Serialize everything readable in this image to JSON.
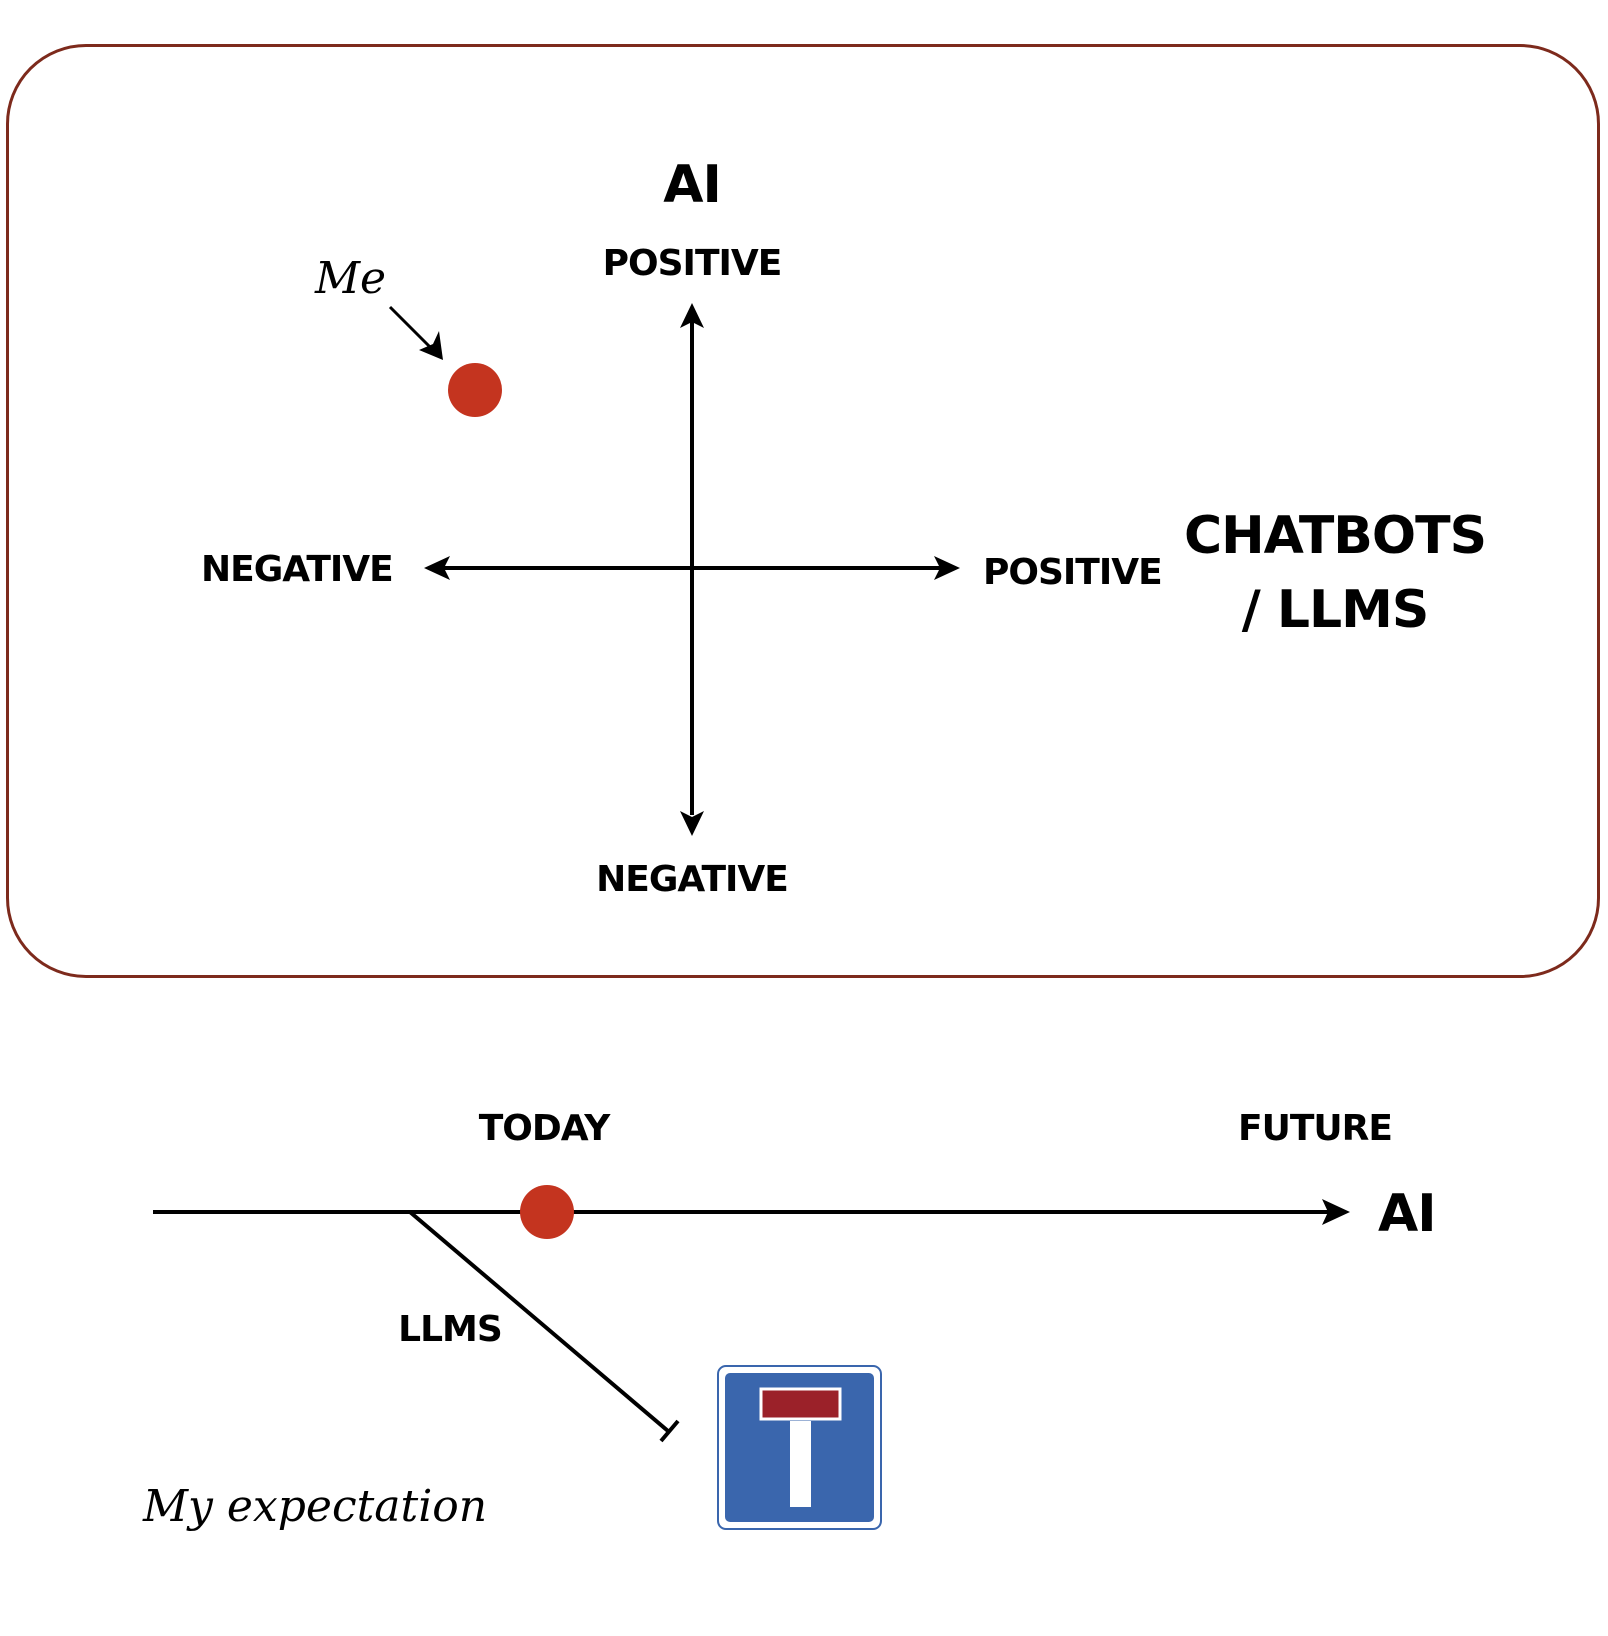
{
  "quadrant": {
    "title": "AI",
    "y_axis_top": "POSITIVE",
    "y_axis_bottom": "NEGATIVE",
    "x_axis_left": "NEGATIVE",
    "x_axis_right": "POSITIVE",
    "x_axis_title_line1": "CHATBOTS",
    "x_axis_title_line2": "/ LLMS",
    "point_label": "Me"
  },
  "timeline": {
    "today": "TODAY",
    "future": "FUTURE",
    "end_label": "AI",
    "branch_label": "LLMS",
    "caption": "My expectation",
    "dead_end_sign": "dead-end-road-sign"
  },
  "colors": {
    "panel_border": "#7d2a1c",
    "marker": "#c4341f",
    "sign_blue": "#3a66ad",
    "sign_red": "#9b2129"
  }
}
